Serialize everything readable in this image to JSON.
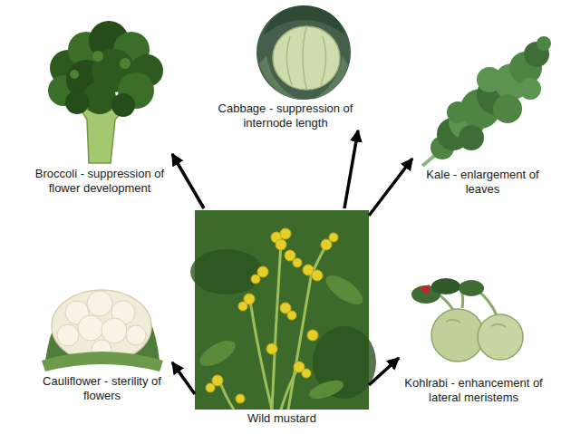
{
  "diagram": {
    "nodes": [
      {
        "text": [
          "Broccoli - suppression of flower development"
        ]
      },
      {
        "text": [
          "Cabbage - suppression of internode length"
        ]
      },
      {
        "text": [
          "Kale - enlargement of leaves"
        ]
      },
      {
        "text": [
          "Cauliflower - sterility of flowers"
        ]
      },
      {
        "text": [
          "Wild mustard"
        ]
      },
      {
        "text": [
          "Kohlrabi - enhancement of lateral meristems"
        ]
      }
    ],
    "edges": [
      {
        "from": 4,
        "to": 0,
        "arrow": "to"
      },
      {
        "from": 4,
        "to": 1,
        "arrow": "to"
      },
      {
        "from": 4,
        "to": 2,
        "arrow": "to"
      },
      {
        "from": 4,
        "to": 3,
        "arrow": "to"
      },
      {
        "from": 4,
        "to": 5,
        "arrow": "to"
      }
    ]
  }
}
